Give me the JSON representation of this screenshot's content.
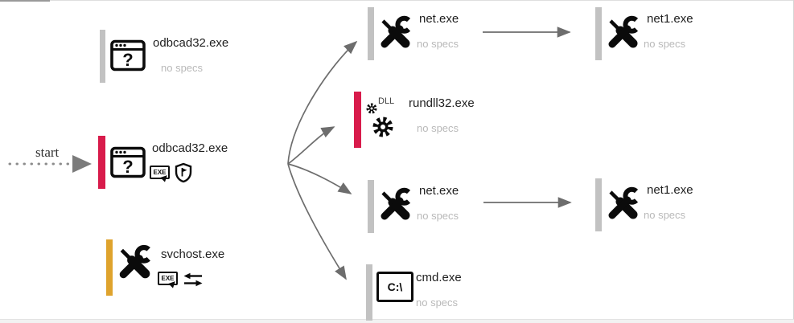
{
  "labels": {
    "start": "start",
    "no_specs": "no specs",
    "dll": "DLL",
    "exe_badge": "EXE",
    "cmd_icon": "C:\\",
    "window_question": "?"
  },
  "colors": {
    "danger_bar": "#d81b4b",
    "warning_bar": "#dfa32d",
    "neutral_bar": "#c2c2c2",
    "arrow": "#6d6d6d",
    "muted_text": "#b9b9b9"
  },
  "nodes": [
    {
      "name": "odbcad32.exe",
      "severity": "neutral",
      "sub": "no specs"
    },
    {
      "name": "odbcad32.exe",
      "severity": "danger",
      "sub": ""
    },
    {
      "name": "svchost.exe",
      "severity": "warning",
      "sub": ""
    },
    {
      "name": "net.exe",
      "severity": "neutral",
      "sub": "no specs"
    },
    {
      "name": "rundll32.exe",
      "severity": "danger",
      "sub": "no specs"
    },
    {
      "name": "net.exe",
      "severity": "neutral",
      "sub": "no specs"
    },
    {
      "name": "cmd.exe",
      "severity": "neutral",
      "sub": "no specs"
    },
    {
      "name": "net1.exe",
      "severity": "neutral",
      "sub": "no specs"
    },
    {
      "name": "net1.exe",
      "severity": "neutral",
      "sub": "no specs"
    }
  ]
}
